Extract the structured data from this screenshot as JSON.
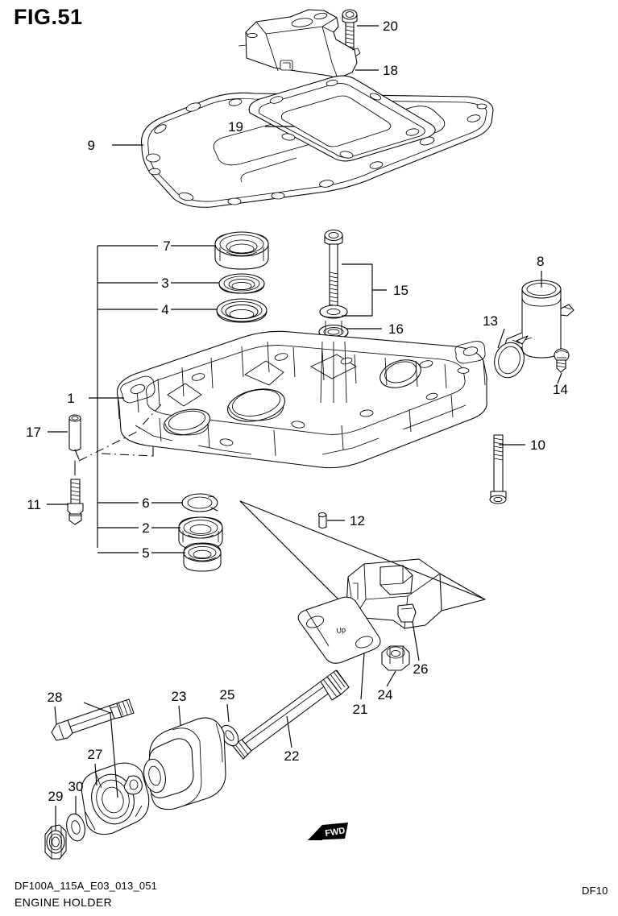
{
  "figure": {
    "title": "FIG.51",
    "footer_code": "DF100A_115A_E03_013_051",
    "footer_name": "ENGINE HOLDER",
    "footer_right": "DF10",
    "direction_marker": "FWD",
    "orientation_marks": [
      "Up"
    ]
  },
  "callouts": [
    {
      "id": "1",
      "label": "1",
      "part": "engine-holder-body"
    },
    {
      "id": "2",
      "label": "2",
      "part": "lower-ball-bearing"
    },
    {
      "id": "3",
      "label": "3",
      "part": "upper-oil-seal-small"
    },
    {
      "id": "4",
      "label": "4",
      "part": "upper-oil-seal-large"
    },
    {
      "id": "5",
      "label": "5",
      "part": "lower-oil-seal"
    },
    {
      "id": "6",
      "label": "6",
      "part": "snap-ring"
    },
    {
      "id": "7",
      "label": "7",
      "part": "upper-ball-bearing"
    },
    {
      "id": "8",
      "label": "8",
      "part": "water-tube-pipe"
    },
    {
      "id": "9",
      "label": "9",
      "part": "engine-holder-gasket"
    },
    {
      "id": "10",
      "label": "10",
      "part": "long-flange-bolt-right"
    },
    {
      "id": "11",
      "label": "11",
      "part": "hex-bolt-left"
    },
    {
      "id": "12",
      "label": "12",
      "part": "dowel-pin-small"
    },
    {
      "id": "13",
      "label": "13",
      "part": "o-ring"
    },
    {
      "id": "14",
      "label": "14",
      "part": "short-screw"
    },
    {
      "id": "15",
      "label": "15",
      "part": "flange-bolt-center"
    },
    {
      "id": "16",
      "label": "16",
      "part": "washer"
    },
    {
      "id": "17",
      "label": "17",
      "part": "dowel-pin"
    },
    {
      "id": "18",
      "label": "18",
      "part": "oil-seal-housing-cover"
    },
    {
      "id": "19",
      "label": "19",
      "part": "exhaust-gasket"
    },
    {
      "id": "20",
      "label": "20",
      "part": "cover-bolt"
    },
    {
      "id": "21",
      "label": "21",
      "part": "mount-plate-up"
    },
    {
      "id": "22",
      "label": "22",
      "part": "mount-shaft-bolt"
    },
    {
      "id": "23",
      "label": "23",
      "part": "rubber-mount-bushing"
    },
    {
      "id": "24",
      "label": "24",
      "part": "mount-nut"
    },
    {
      "id": "25",
      "label": "25",
      "part": "mount-washer"
    },
    {
      "id": "26",
      "label": "26",
      "part": "upper-mount-bracket"
    },
    {
      "id": "27",
      "label": "27",
      "part": "mount-housing-flange"
    },
    {
      "id": "28",
      "label": "28",
      "part": "flange-bolt-lower-left"
    },
    {
      "id": "29",
      "label": "29",
      "part": "lock-nut"
    },
    {
      "id": "30",
      "label": "30",
      "part": "plain-washer"
    }
  ]
}
